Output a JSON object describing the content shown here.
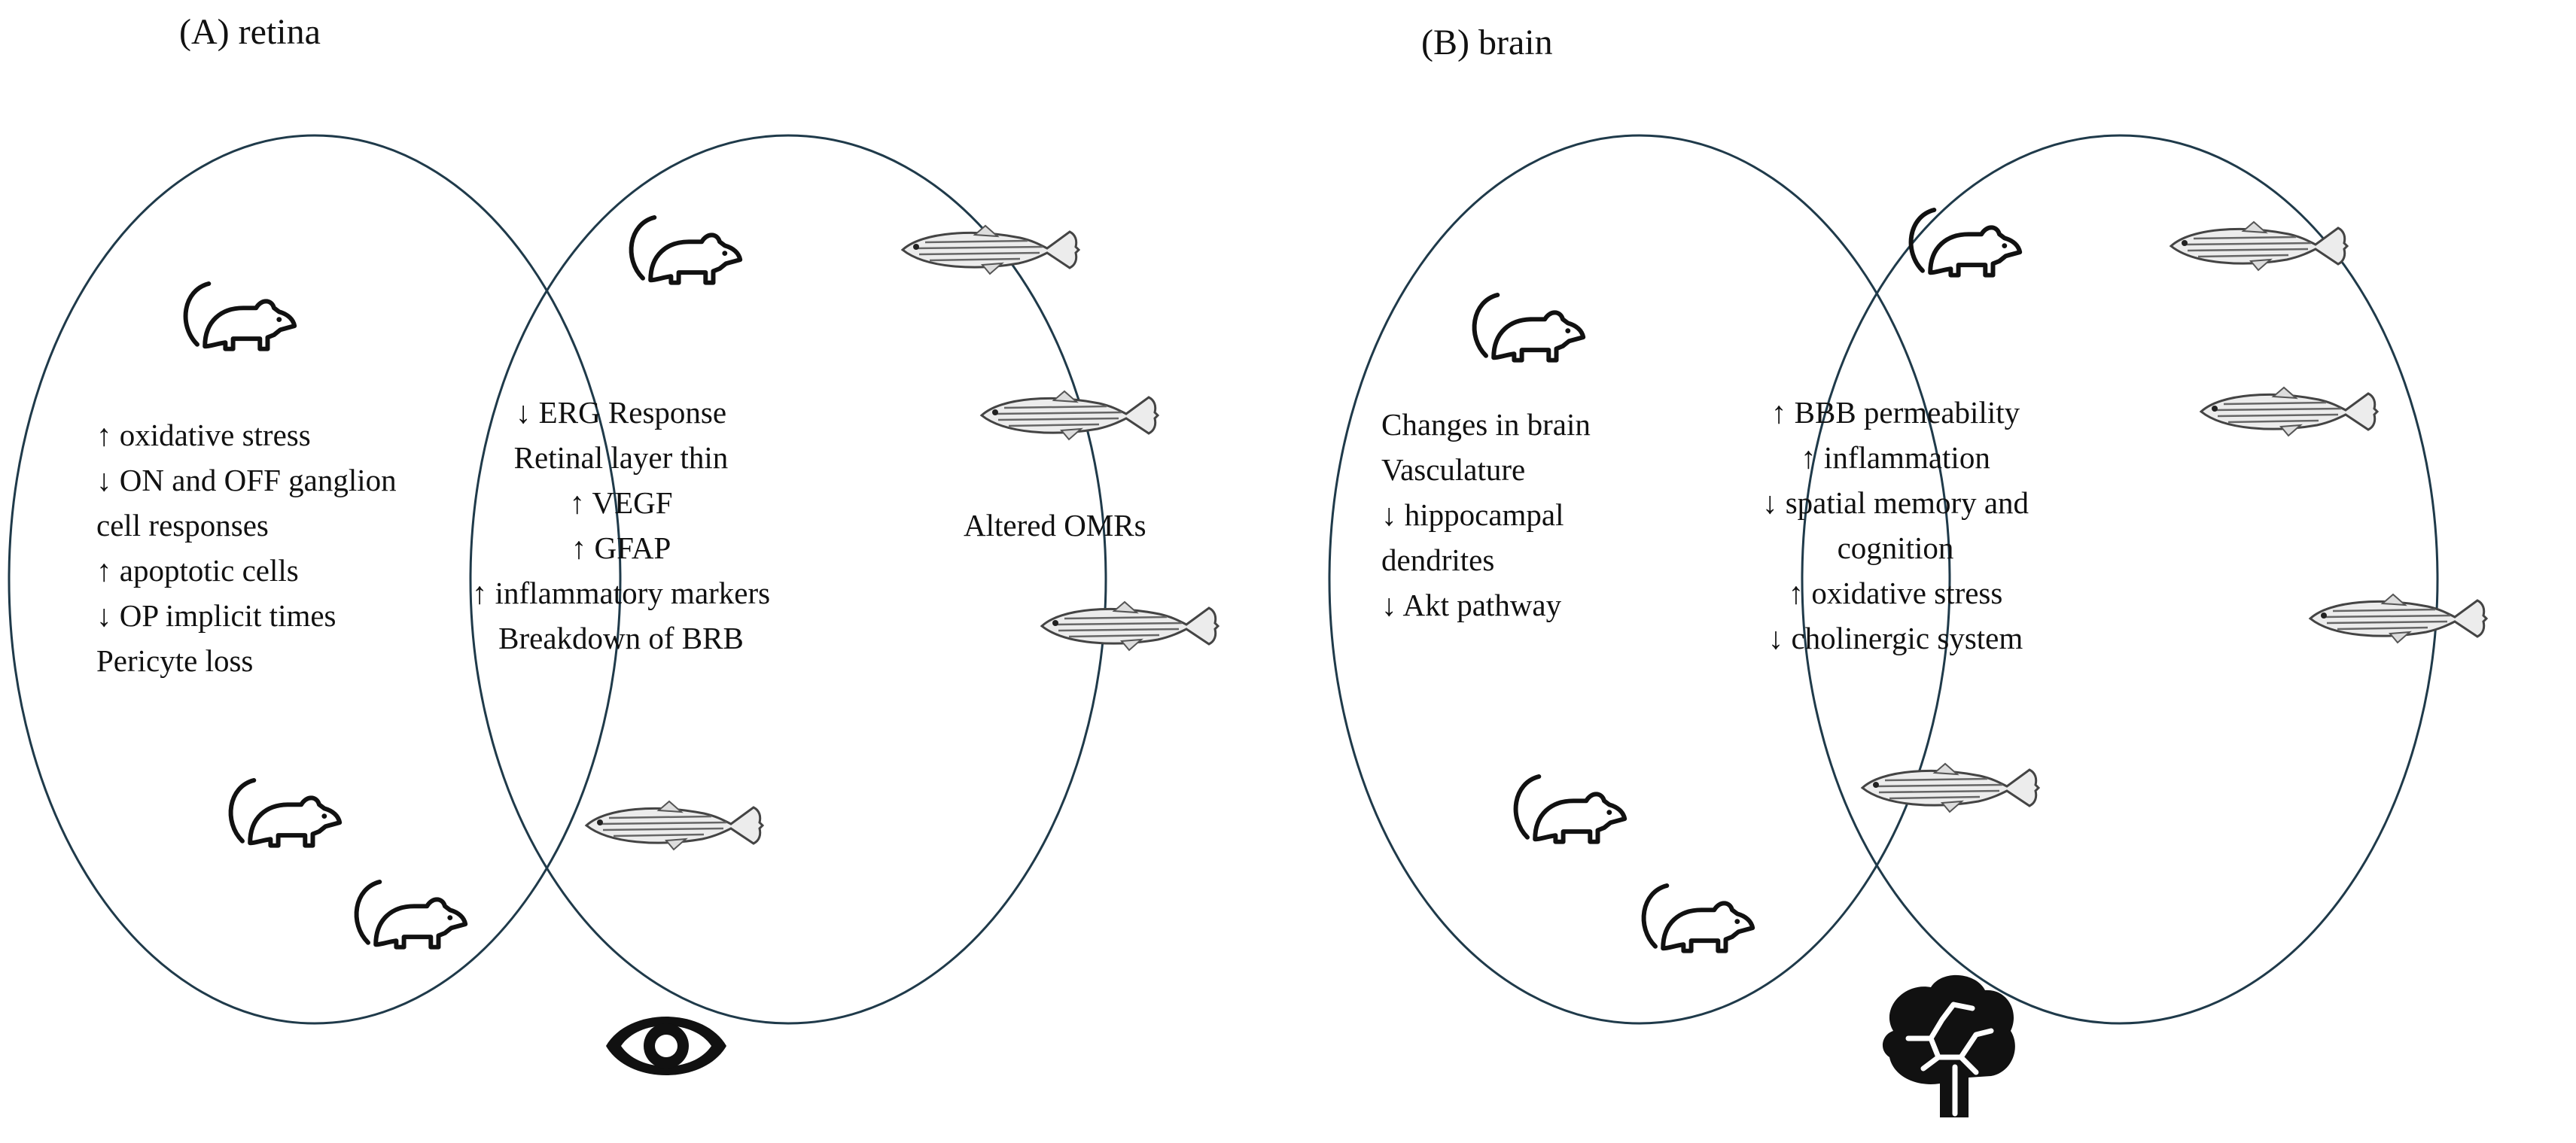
{
  "panel_a": {
    "title": "(A) retina",
    "mouse_only": [
      "↑ oxidative stress",
      "↓ ON and OFF ganglion",
      "cell responses",
      "↑ apoptotic cells",
      "↓ OP implicit times",
      "Pericyte loss"
    ],
    "shared": [
      "↓ ERG Response",
      "Retinal layer thin",
      "↑ VEGF",
      "↑ GFAP",
      "↑ inflammatory markers",
      "Breakdown of BRB"
    ],
    "zebrafish_only": [
      "Altered OMRs"
    ],
    "organ_icon": "eye-icon"
  },
  "panel_b": {
    "title": "(B) brain",
    "mouse_only": [
      "Changes in brain",
      "Vasculature",
      "↓ hippocampal",
      "dendrites",
      "↓ Akt pathway"
    ],
    "shared": [
      "↑ BBB permeability",
      "↑ inflammation",
      "↓ spatial memory and",
      "cognition",
      "↑ oxidative stress",
      "↓ cholinergic system"
    ],
    "zebrafish_only": [],
    "organ_icon": "brain-icon"
  },
  "icons": {
    "mouse": "mouse-icon",
    "fish": "zebrafish-icon"
  },
  "colors": {
    "circle_stroke": "#1f3a4a",
    "text": "#111111",
    "icon": "#111111"
  }
}
